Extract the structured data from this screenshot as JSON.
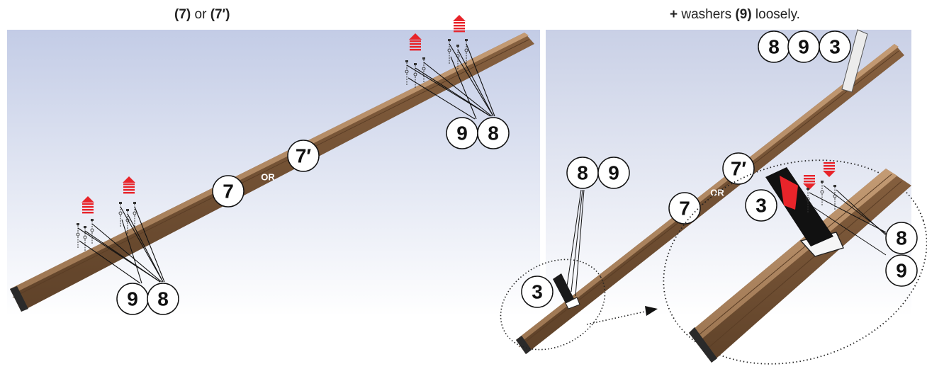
{
  "captions": {
    "left": {
      "part1": "(7)",
      "part2": " or ",
      "part3": "(7′)"
    },
    "right": {
      "part1": "+",
      "part2": " washers ",
      "part3": "(9)",
      "part4": " loosely."
    }
  },
  "left_panel": {
    "beam_labels": {
      "main": "7",
      "alt": "7′",
      "or": "OR"
    },
    "callout_bottom": {
      "washer": "9",
      "bolt": "8"
    },
    "callout_top": {
      "washer": "9",
      "bolt": "8"
    }
  },
  "right_panel": {
    "top_callouts": [
      "8",
      "9",
      "3"
    ],
    "bracket_callouts": [
      "8",
      "9"
    ],
    "bracket_label": "3",
    "beam_labels": {
      "main": "7",
      "alt": "7′",
      "or": "OR"
    },
    "detail_callouts": {
      "bracket": "3",
      "bolt": "8",
      "washer": "9"
    }
  },
  "colors": {
    "beam_top": "#b08862",
    "beam_side": "#7e5a3c",
    "beam_end": "#2a2a2a",
    "arrow_red": "#e8242a",
    "background_top": "#c7cfe6",
    "background_bottom": "#ffffff"
  },
  "icons": [
    "up-arrow-icon",
    "down-arrow-icon",
    "bolt-icon",
    "bracket-icon"
  ]
}
